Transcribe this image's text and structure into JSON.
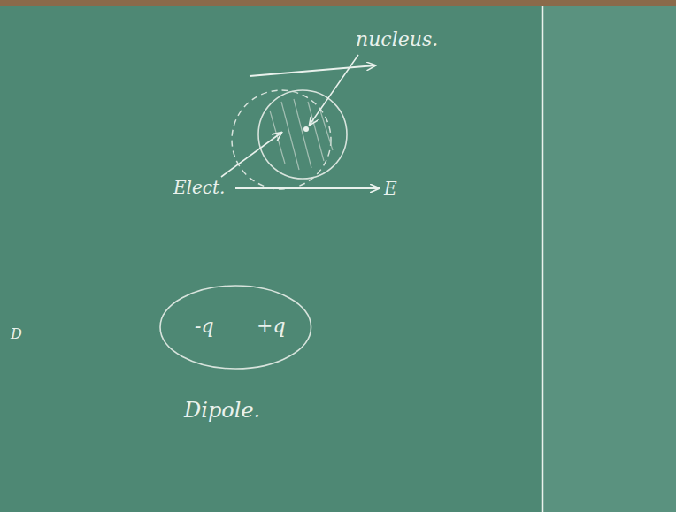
{
  "diagram": {
    "nodes": [
      {
        "text": [
          "-q",
          "+q",
          "Dipole."
        ]
      }
    ],
    "labels": [
      "nucleus.",
      "Elect.",
      "E",
      "D"
    ]
  }
}
